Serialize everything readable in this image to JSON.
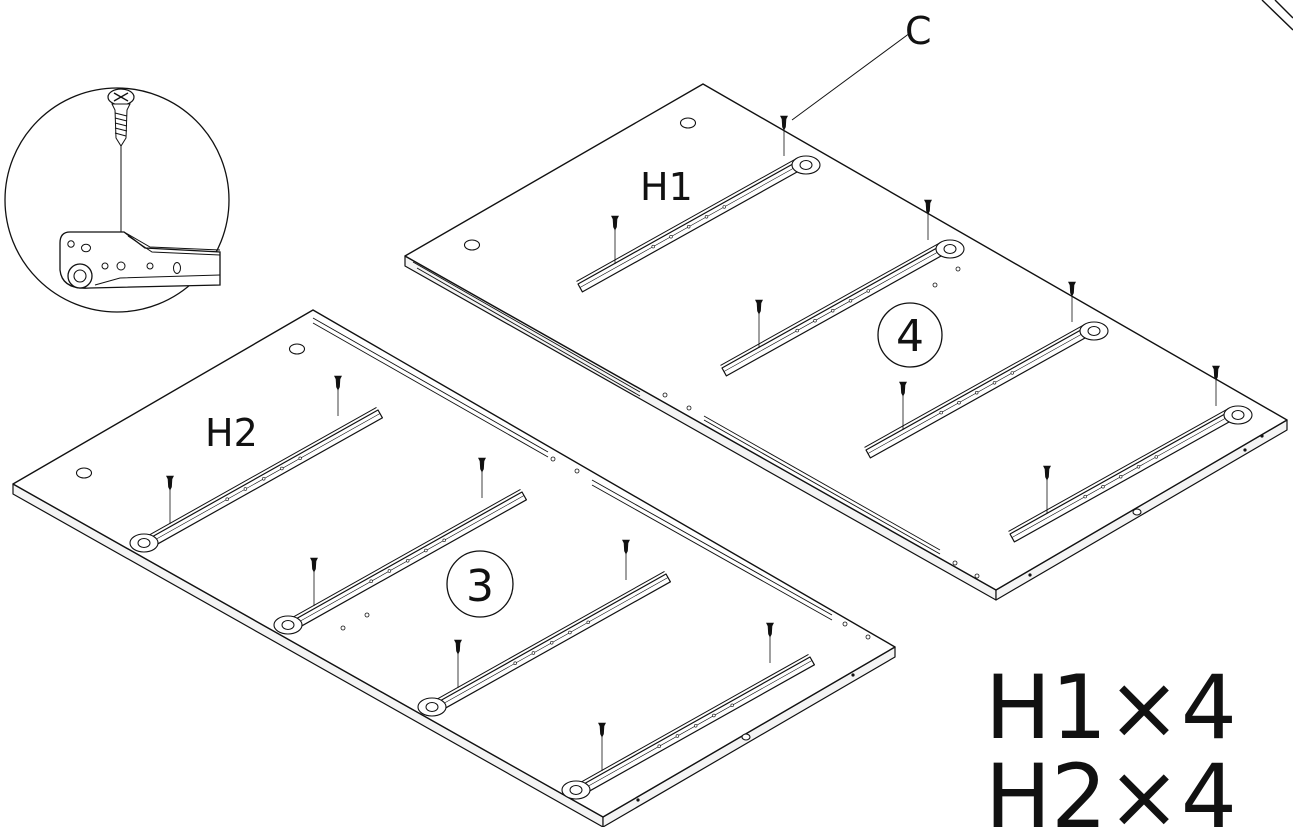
{
  "callout_letter": "C",
  "panel_numbers": {
    "front_panel": "3",
    "back_panel": "4"
  },
  "rail_labels": {
    "back_rail": "H1",
    "front_rail": "H2"
  },
  "quantities": {
    "line_1": "H1×4",
    "line_2": "H2×4"
  },
  "icons": [
    "screw-icon",
    "drawer-slide-rail",
    "magnified-detail-circle"
  ]
}
